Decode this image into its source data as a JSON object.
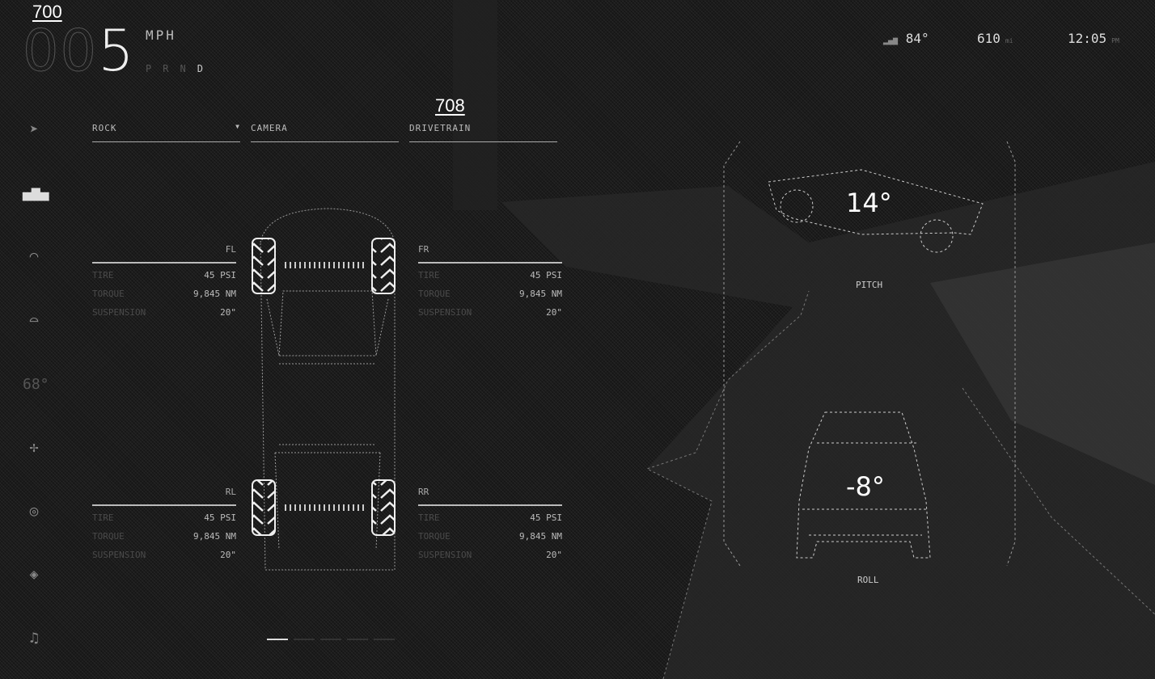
{
  "refs": {
    "main": "700",
    "panel": "708"
  },
  "speed": {
    "dim_digits": "00",
    "value": "5",
    "unit": "MPH",
    "gears": [
      "P",
      "R",
      "N",
      "D"
    ],
    "active_gear": "D"
  },
  "status": {
    "temperature": "84°",
    "range": "610",
    "range_unit": "mi",
    "time": "12:05",
    "time_unit": "PM"
  },
  "sidebar": {
    "items": [
      {
        "icon": "navigation-icon"
      },
      {
        "icon": "vehicle-icon"
      },
      {
        "icon": "front-defrost-icon"
      },
      {
        "icon": "rear-defrost-icon"
      },
      {
        "icon": "cabin-temp",
        "label": "68°"
      },
      {
        "icon": "fan-icon"
      },
      {
        "icon": "camera-icon"
      },
      {
        "icon": "apps-icon"
      },
      {
        "icon": "music-icon"
      }
    ]
  },
  "tabs": [
    {
      "label": "ROCK",
      "has_dropdown": true
    },
    {
      "label": "CAMERA"
    },
    {
      "label": "DRIVETRAIN"
    }
  ],
  "wheels": [
    {
      "id": "FL",
      "tire": "45 PSI",
      "torque": "9,845 NM",
      "suspension": "20\""
    },
    {
      "id": "FR",
      "tire": "45 PSI",
      "torque": "9,845 NM",
      "suspension": "20\""
    },
    {
      "id": "RL",
      "tire": "45 PSI",
      "torque": "9,845 NM",
      "suspension": "20\""
    },
    {
      "id": "RR",
      "tire": "45 PSI",
      "torque": "9,845 NM",
      "suspension": "20\""
    }
  ],
  "row_labels": {
    "tire": "TIRE",
    "torque": "TORQUE",
    "suspension": "SUSPENSION"
  },
  "pitch": {
    "value": "14°",
    "label": "PITCH"
  },
  "roll": {
    "value": "-8°",
    "label": "ROLL"
  },
  "pager": {
    "pages": 5,
    "active": 1
  }
}
